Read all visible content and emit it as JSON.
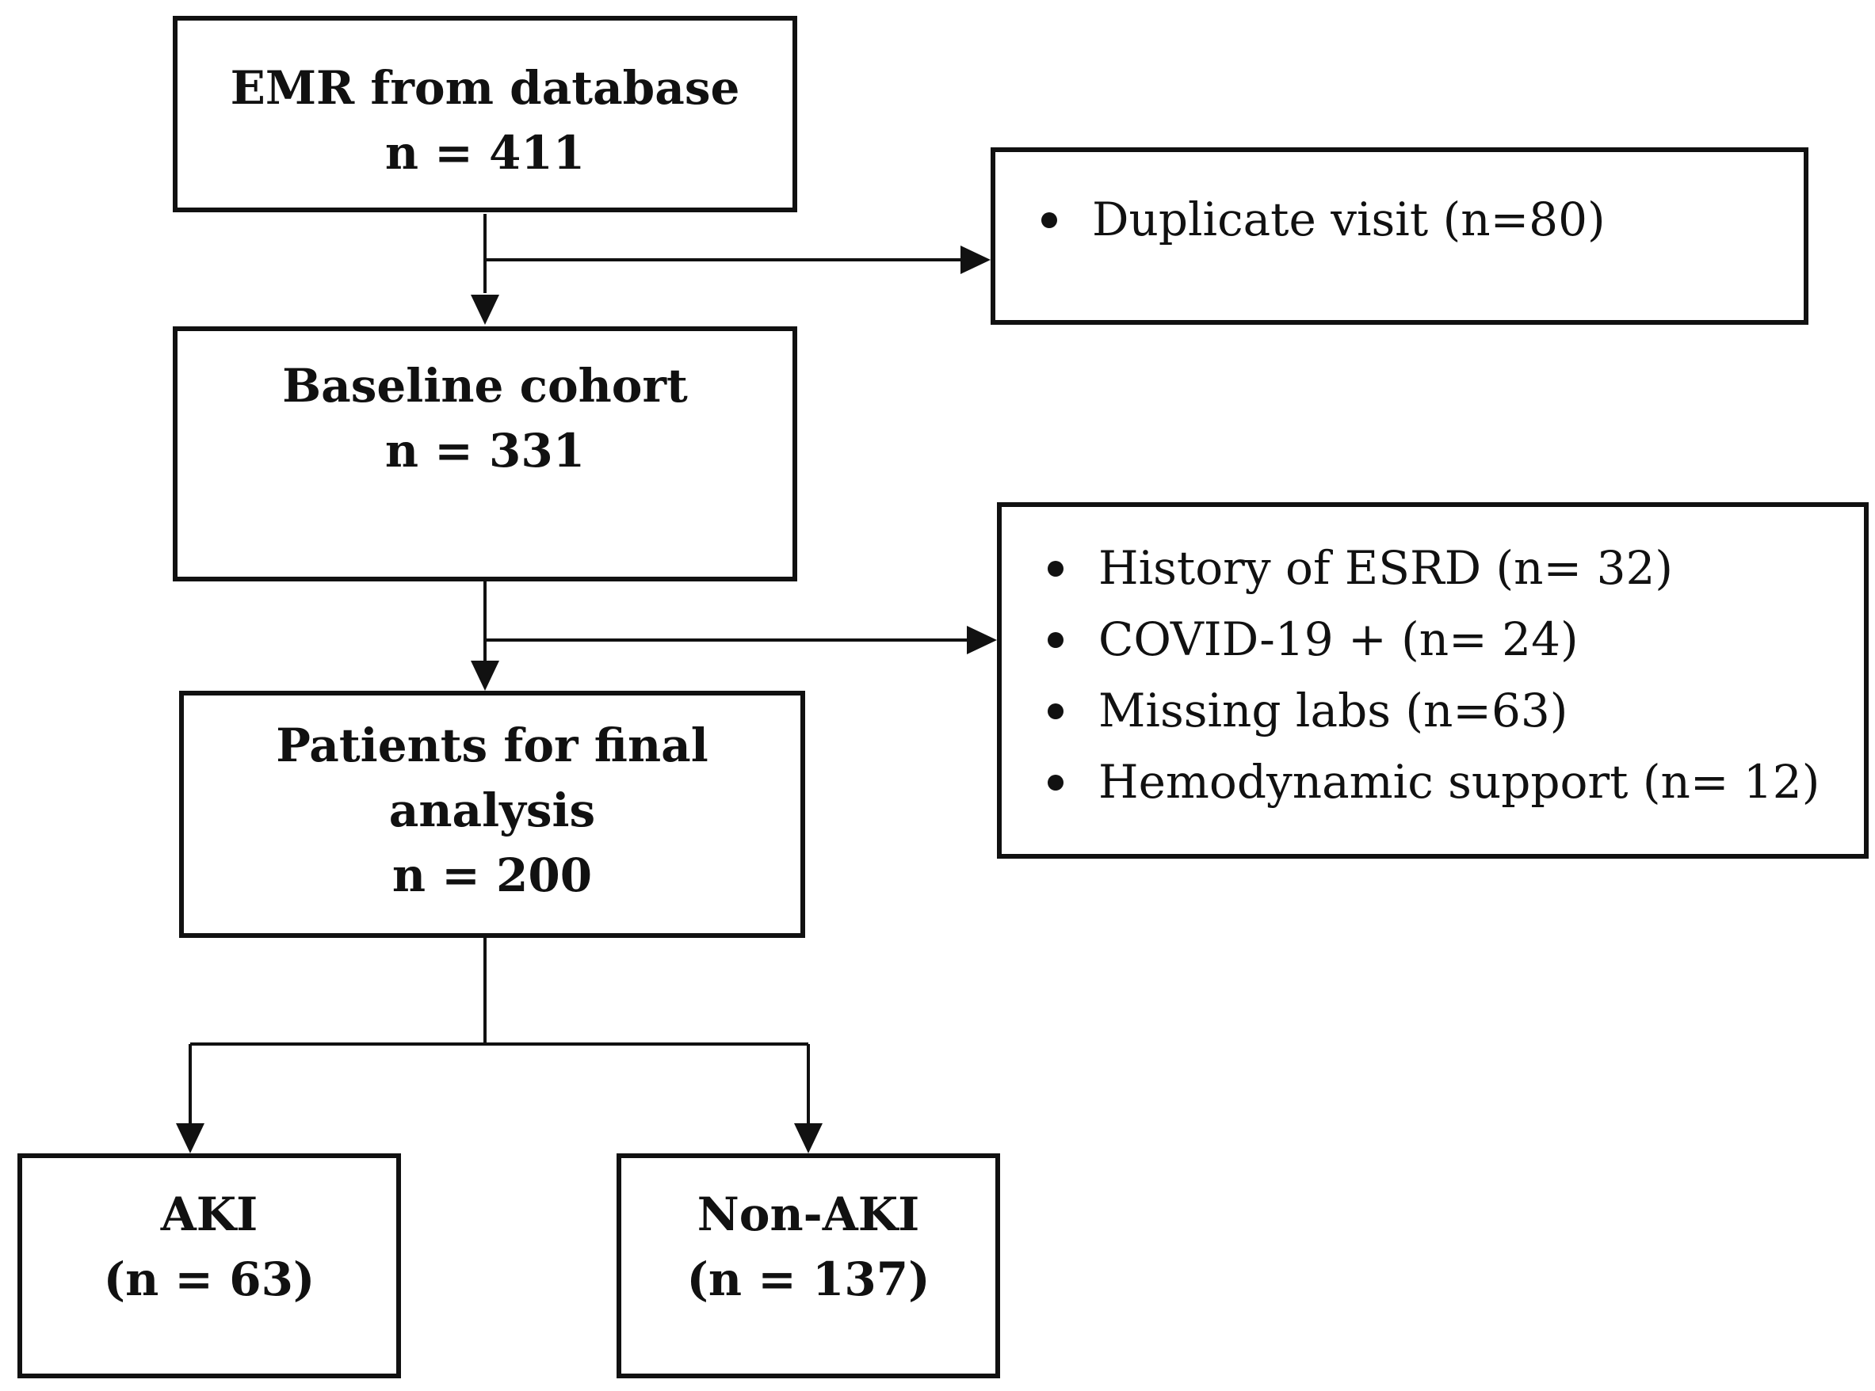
{
  "boxes": {
    "emr": {
      "line1": "EMR from  database",
      "line2": "n = 411"
    },
    "baseline": {
      "line1": "Baseline cohort",
      "line2": "n = 331"
    },
    "final": {
      "line1": "Patients for final",
      "line2": "analysis",
      "line3": "n = 200"
    },
    "aki": {
      "line1": "AKI",
      "line2": "(n = 63)"
    },
    "non_aki": {
      "line1": "Non-AKI",
      "line2": "(n = 137)"
    }
  },
  "exclusions": {
    "first": [
      "Duplicate visit (n=80)"
    ],
    "second": [
      "History of ESRD (n= 32)",
      "COVID-19 + (n= 24)",
      "Missing labs (n=63)",
      "Hemodynamic support (n= 12)"
    ]
  }
}
